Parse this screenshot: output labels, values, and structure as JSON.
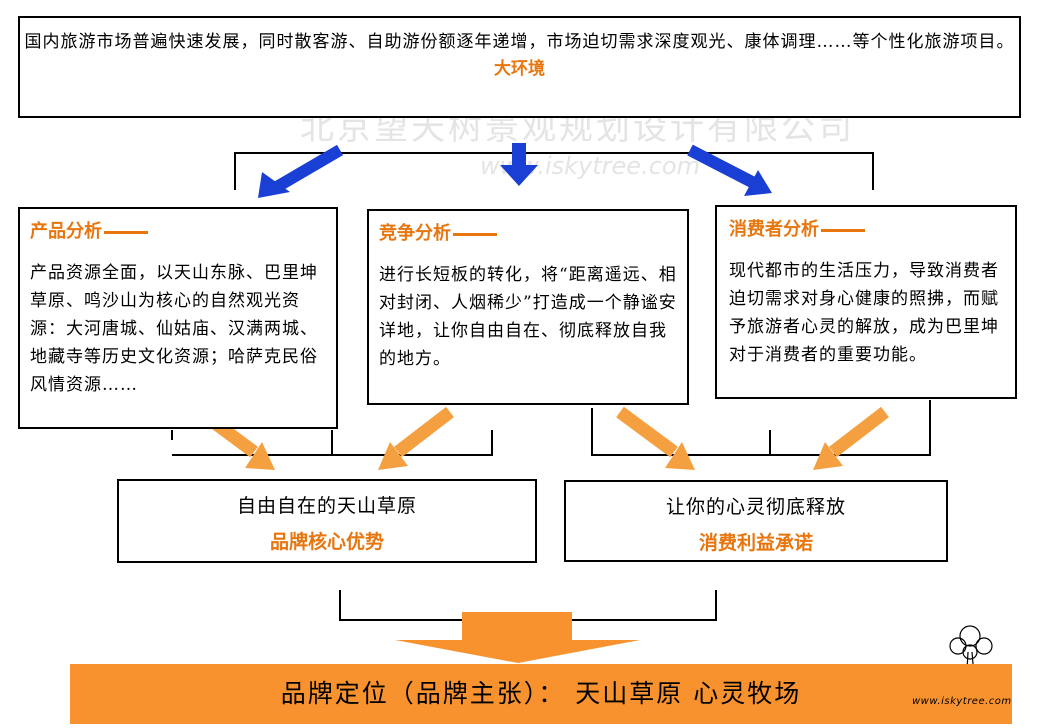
{
  "watermark": {
    "company": "北京望天树景观规划设计有限公司",
    "url": "www.iskytree.com"
  },
  "environment": {
    "text": "国内旅游市场普遍快速发展，同时散客游、自助游份额逐年递增，市场迫切需求深度观光、康体调理……等个性化旅游项目。",
    "label": "大环境"
  },
  "product": {
    "title": "产品分析",
    "text": "产品资源全面，以天山东脉、巴里坤草原、鸣沙山为核心的自然观光资源：大河唐城、仙姑庙、汉满两城、地藏寺等历史文化资源；哈萨克民俗风情资源……"
  },
  "competition": {
    "title": "竞争分析",
    "text": "进行长短板的转化，将“距离遥远、相对封闭、人烟稀少”打造成一个静谧安详地，让你自由自在、彻底释放自我的地方。"
  },
  "consumer": {
    "title": "消费者分析",
    "text": "现代都市的生活压力，导致消费者迫切需求对身心健康的照拂，而赋予旅游者心灵的解放，成为巴里坤对于消费者的重要功能。"
  },
  "core": {
    "main": "自由自在的天山草原",
    "sub": "品牌核心优势"
  },
  "promise": {
    "main": "让你的心灵彻底释放",
    "sub": "消费利益承诺"
  },
  "positioning": {
    "text": "品牌定位（品牌主张）：  天山草原   心灵牧场"
  },
  "colors": {
    "orange": "#e8760f",
    "bar": "#f7922f",
    "blue_arrow": "#1a3fd4",
    "orange_arrow": "#f5a040"
  }
}
